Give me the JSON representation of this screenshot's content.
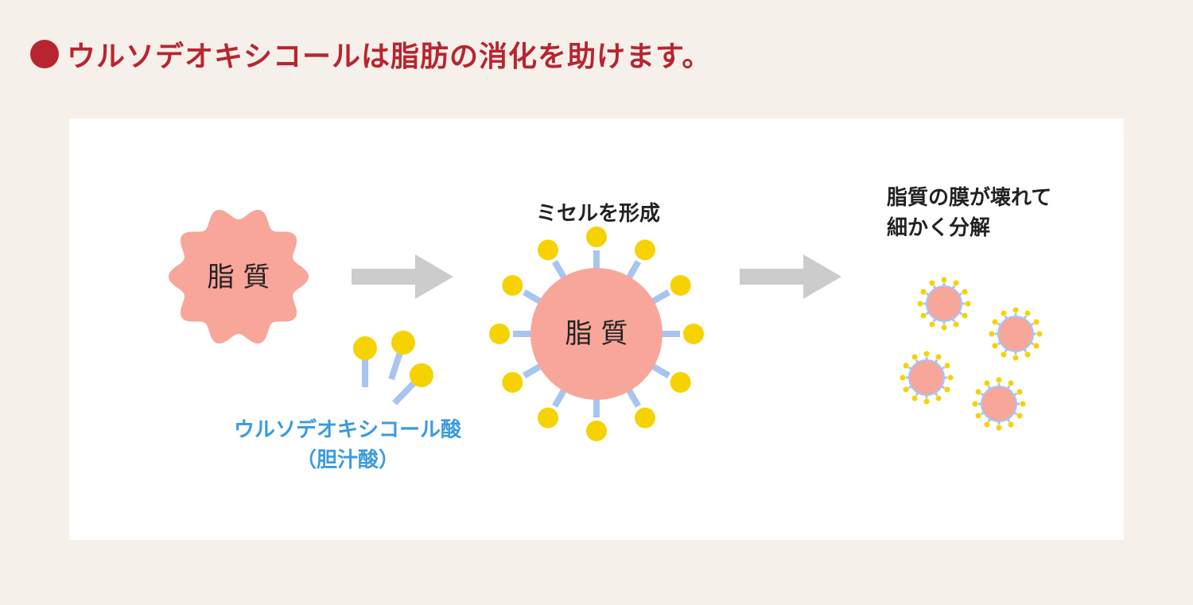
{
  "heading": {
    "text": "ウルソデオキシコールは脂肪の消化を助けます。"
  },
  "lipid_label": "脂 質",
  "micelle_label": "ミセルを形成",
  "broken_label_line1": "脂質の膜が壊れて",
  "broken_label_line2": "細かく分解",
  "acid_label_line1": "ウルソデオキシコール酸",
  "acid_label_line2": "（胆汁酸）",
  "colors": {
    "accent": "#b82530",
    "lipid": "#f8a59a",
    "head": "#f6d300",
    "tail": "#a8c4f0",
    "arrow": "#cccccc",
    "acid_text": "#3a9be0"
  }
}
